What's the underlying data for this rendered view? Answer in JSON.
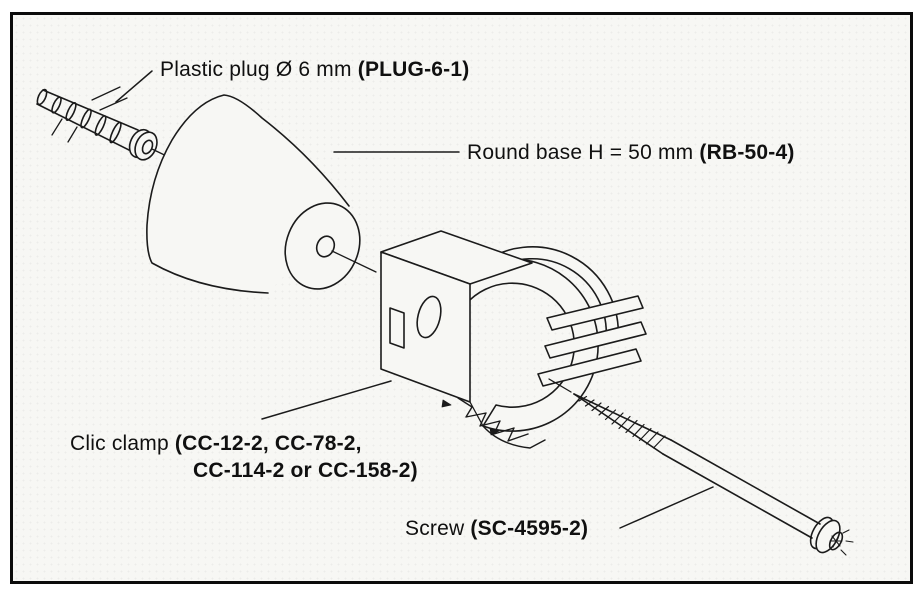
{
  "diagram": {
    "type": "exploded-assembly-drawing",
    "colors": {
      "line": "#1b1b1b",
      "background": "#f7f7f4",
      "border": "#0b0b0b",
      "text": "#101010"
    },
    "parts": [
      {
        "id": "plastic-plug",
        "label": "Plastic plug Ø 6 mm",
        "code": "(PLUG-6-1)"
      },
      {
        "id": "round-base",
        "label": "Round base H = 50 mm",
        "code": "(RB-50-4)"
      },
      {
        "id": "clic-clamp",
        "label": "Clic clamp",
        "code": "(CC-12-2, CC-78-2,",
        "code2": "CC-114-2 or CC-158-2)"
      },
      {
        "id": "screw",
        "label": "Screw",
        "code": "(SC-4595-2)"
      }
    ]
  }
}
